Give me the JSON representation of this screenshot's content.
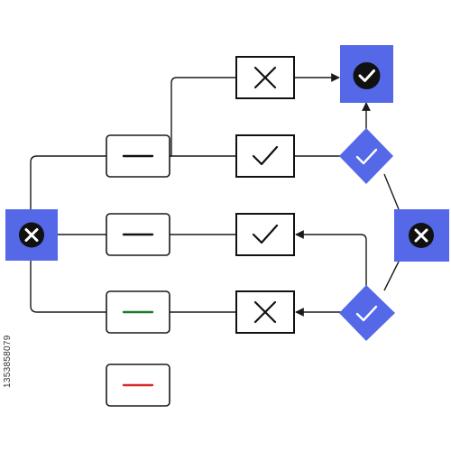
{
  "diagram": {
    "colors": {
      "line": "#1a1a1a",
      "box_stroke": "#1a1a1a",
      "blue": "#5468e8",
      "dark_circle": "#111111",
      "dash_green": "#1e7a2a",
      "dash_red": "#d62828"
    },
    "nodes": {
      "start": {
        "shape": "blue-square",
        "icon": "x-circle-icon"
      },
      "mid_top": {
        "shape": "rounded-box",
        "icon": "dash-icon"
      },
      "mid_middle": {
        "shape": "rounded-box",
        "icon": "dash-icon"
      },
      "mid_green": {
        "shape": "rounded-box",
        "icon": "dash-icon",
        "accent": "green"
      },
      "mid_red": {
        "shape": "rounded-box",
        "icon": "dash-icon",
        "accent": "red"
      },
      "box_x_top": {
        "shape": "box",
        "icon": "x-icon"
      },
      "box_check_1": {
        "shape": "box",
        "icon": "check-icon"
      },
      "box_check_2": {
        "shape": "box",
        "icon": "check-icon"
      },
      "box_x_bottom": {
        "shape": "box",
        "icon": "x-icon"
      },
      "end_top": {
        "shape": "blue-square",
        "icon": "check-circle-icon"
      },
      "diamond_top": {
        "shape": "blue-diamond",
        "icon": "check-icon"
      },
      "right_node": {
        "shape": "blue-square",
        "icon": "x-circle-icon"
      },
      "diamond_bottom": {
        "shape": "blue-diamond",
        "icon": "check-icon"
      }
    }
  },
  "watermark": "1353858079"
}
